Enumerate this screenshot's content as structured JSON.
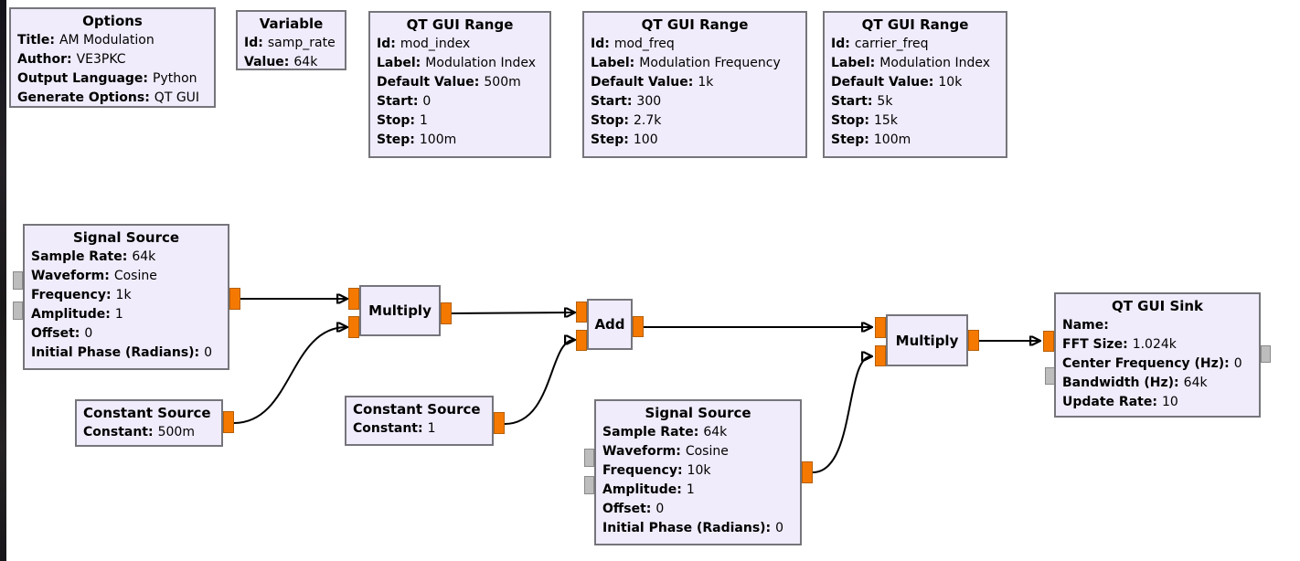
{
  "app": {
    "description": "GNU Radio Companion flowgraph canvas",
    "flowgraph_title": "AM Modulation"
  },
  "colors": {
    "bg": "#ffffff",
    "text": "#000000",
    "block_fill": "#f0ecfb",
    "block_border": "#75757b",
    "port_orange": "#f57900",
    "port_orange_border": "#b45f06",
    "port_gray": "#bdbdbd",
    "port_gray_border": "#8a8a8a",
    "wire": "#000000",
    "window_edge": "#1b1918"
  },
  "blocks": [
    {
      "name": "options",
      "title": "Options",
      "params": [
        {
          "label": "Title:",
          "value": "AM Modulation"
        },
        {
          "label": "Author:",
          "value": "VE3PKC"
        },
        {
          "label": "Output Language:",
          "value": "Python"
        },
        {
          "label": "Generate Options:",
          "value": "QT GUI"
        }
      ]
    },
    {
      "name": "variable",
      "title": "Variable",
      "params": [
        {
          "label": "Id:",
          "value": "samp_rate"
        },
        {
          "label": "Value:",
          "value": "64k"
        }
      ]
    },
    {
      "name": "qt-gui-range-mod-index",
      "title": "QT GUI Range",
      "params": [
        {
          "label": "Id:",
          "value": "mod_index"
        },
        {
          "label": "Label:",
          "value": "Modulation Index"
        },
        {
          "label": "Default Value:",
          "value": "500m"
        },
        {
          "label": "Start:",
          "value": "0"
        },
        {
          "label": "Stop:",
          "value": "1"
        },
        {
          "label": "Step:",
          "value": "100m"
        }
      ]
    },
    {
      "name": "qt-gui-range-mod-freq",
      "title": "QT GUI Range",
      "params": [
        {
          "label": "Id:",
          "value": "mod_freq"
        },
        {
          "label": "Label:",
          "value": "Modulation Frequency"
        },
        {
          "label": "Default Value:",
          "value": "1k"
        },
        {
          "label": "Start:",
          "value": "300"
        },
        {
          "label": "Stop:",
          "value": "2.7k"
        },
        {
          "label": "Step:",
          "value": "100"
        }
      ]
    },
    {
      "name": "qt-gui-range-carrier-freq",
      "title": "QT GUI Range",
      "params": [
        {
          "label": "Id:",
          "value": "carrier_freq"
        },
        {
          "label": "Label:",
          "value": "Modulation Index"
        },
        {
          "label": "Default Value:",
          "value": "10k"
        },
        {
          "label": "Start:",
          "value": "5k"
        },
        {
          "label": "Stop:",
          "value": "15k"
        },
        {
          "label": "Step:",
          "value": "100m"
        }
      ]
    },
    {
      "name": "signal-source-1",
      "title": "Signal Source",
      "params": [
        {
          "label": "Sample Rate:",
          "value": "64k"
        },
        {
          "label": "Waveform:",
          "value": "Cosine"
        },
        {
          "label": "Frequency:",
          "value": "1k"
        },
        {
          "label": "Amplitude:",
          "value": "1"
        },
        {
          "label": "Offset:",
          "value": "0"
        },
        {
          "label": "Initial Phase (Radians):",
          "value": "0"
        }
      ]
    },
    {
      "name": "constant-source-1",
      "title": "Constant Source",
      "params": [
        {
          "label": "Constant:",
          "value": "500m"
        }
      ]
    },
    {
      "name": "multiply-1",
      "title": "Multiply",
      "params": []
    },
    {
      "name": "constant-source-2",
      "title": "Constant Source",
      "params": [
        {
          "label": "Constant:",
          "value": "1"
        }
      ]
    },
    {
      "name": "add",
      "title": "Add",
      "params": []
    },
    {
      "name": "signal-source-2",
      "title": "Signal Source",
      "params": [
        {
          "label": "Sample Rate:",
          "value": "64k"
        },
        {
          "label": "Waveform:",
          "value": "Cosine"
        },
        {
          "label": "Frequency:",
          "value": "10k"
        },
        {
          "label": "Amplitude:",
          "value": "1"
        },
        {
          "label": "Offset:",
          "value": "0"
        },
        {
          "label": "Initial Phase (Radians):",
          "value": "0"
        }
      ]
    },
    {
      "name": "multiply-2",
      "title": "Multiply",
      "params": []
    },
    {
      "name": "qt-gui-sink",
      "title": "QT GUI Sink",
      "params": [
        {
          "label": "Name:",
          "value": ""
        },
        {
          "label": "FFT Size:",
          "value": "1.024k"
        },
        {
          "label": "Center Frequency (Hz):",
          "value": "0"
        },
        {
          "label": "Bandwidth (Hz):",
          "value": "64k"
        },
        {
          "label": "Update Rate:",
          "value": "10"
        }
      ]
    }
  ],
  "wires": [
    {
      "from": "signal-source-1.out0",
      "to": "multiply-1.in0"
    },
    {
      "from": "constant-source-1.out0",
      "to": "multiply-1.in1"
    },
    {
      "from": "multiply-1.out0",
      "to": "add.in0"
    },
    {
      "from": "constant-source-2.out0",
      "to": "add.in1"
    },
    {
      "from": "add.out0",
      "to": "multiply-2.in0"
    },
    {
      "from": "signal-source-2.out0",
      "to": "multiply-2.in1"
    },
    {
      "from": "multiply-2.out0",
      "to": "qt-gui-sink.in0"
    }
  ]
}
